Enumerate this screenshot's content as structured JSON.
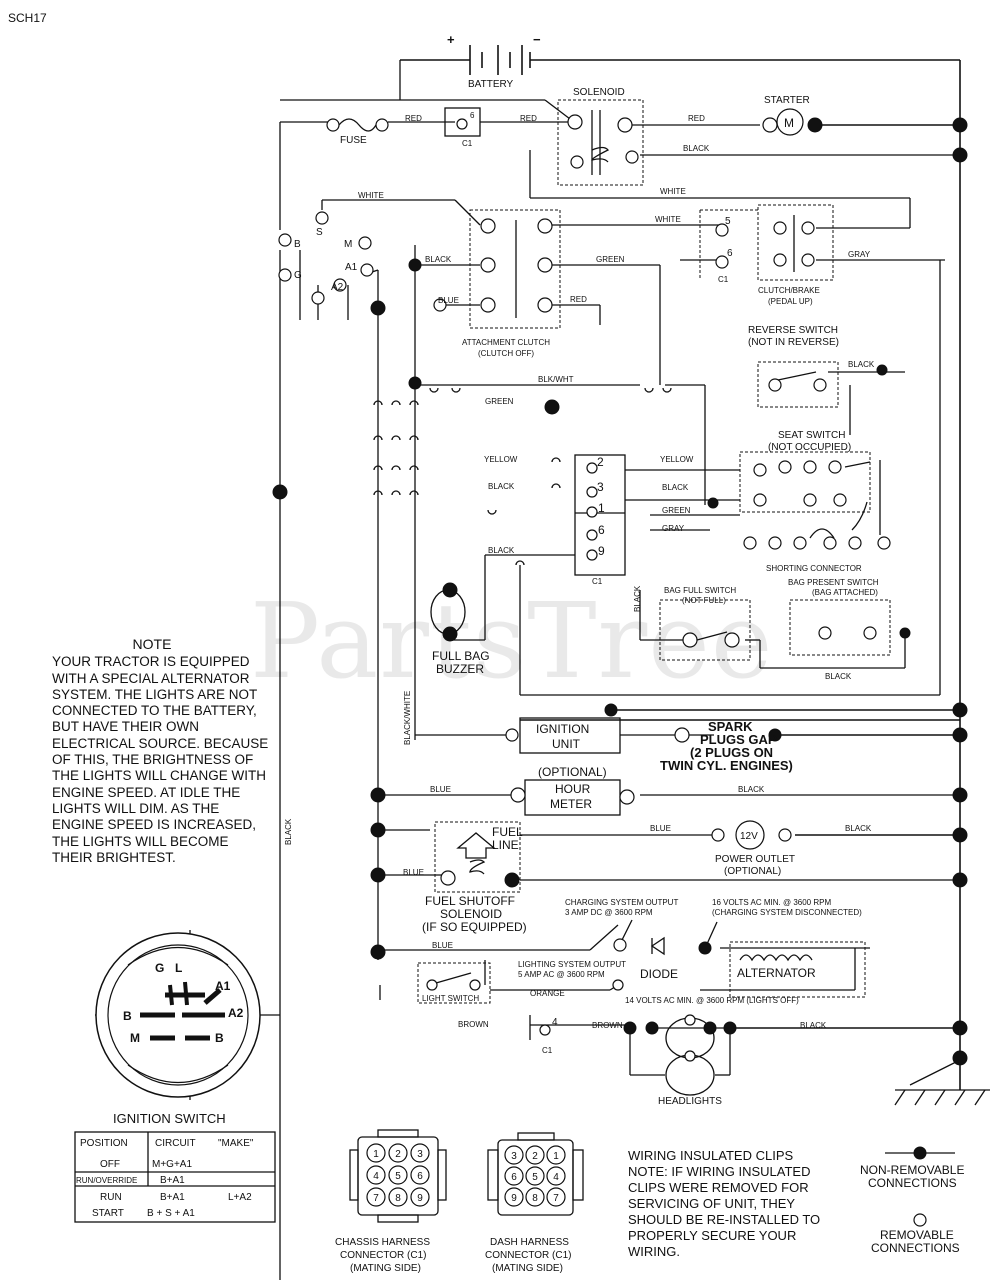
{
  "page_code": "SCH17",
  "watermark": "PartsTree",
  "components": {
    "battery": "BATTERY",
    "battery_plus": "+",
    "battery_minus": "−",
    "solenoid": "SOLENOID",
    "starter": "STARTER",
    "starter_symbol": "M",
    "fuse": "FUSE",
    "clutch_brake": "CLUTCH/BRAKE",
    "clutch_brake_state": "(PEDAL UP)",
    "attachment_clutch": "ATTACHMENT CLUTCH",
    "attachment_clutch_state": "(CLUTCH OFF)",
    "reverse_switch": "REVERSE SWITCH",
    "reverse_switch_state": "(NOT IN REVERSE)",
    "seat_switch": "SEAT SWITCH",
    "seat_switch_state": "(NOT OCCUPIED)",
    "shorting_connector": "SHORTING CONNECTOR",
    "bag_full_switch": "BAG FULL SWITCH",
    "bag_full_switch_state": "(NOT FULL)",
    "bag_present_switch": "BAG PRESENT SWITCH",
    "bag_present_switch_state": "(BAG ATTACHED)",
    "full_bag_buzzer_1": "FULL BAG",
    "full_bag_buzzer_2": "BUZZER",
    "ignition_unit_1": "IGNITION",
    "ignition_unit_2": "UNIT",
    "spark_plugs_1": "SPARK",
    "spark_plugs_2": "PLUGS GAP",
    "spark_plugs_3": "(2 PLUGS ON",
    "spark_plugs_4": "TWIN CYL. ENGINES)",
    "hour_meter_1": "(OPTIONAL)",
    "hour_meter_2": "HOUR",
    "hour_meter_3": "METER",
    "fuel_line_1": "FUEL",
    "fuel_line_2": "LINE",
    "power_outlet_symbol": "12V",
    "power_outlet_1": "POWER OUTLET",
    "power_outlet_2": "(OPTIONAL)",
    "fuel_solenoid_1": "FUEL SHUTOFF",
    "fuel_solenoid_2": "SOLENOID",
    "fuel_solenoid_3": "(IF SO EQUIPPED)",
    "charging_output_1": "CHARGING SYSTEM OUTPUT",
    "charging_output_2": "3 AMP DC @ 3600 RPM",
    "charging_volts_1": "16 VOLTS AC MIN. @ 3600 RPM",
    "charging_volts_2": "(CHARGING SYSTEM DISCONNECTED)",
    "lighting_output_1": "LIGHTING SYSTEM OUTPUT",
    "lighting_output_2": "5 AMP AC @ 3600 RPM",
    "lighting_volts": "14 VOLTS AC MIN. @ 3600 RPM (LIGHTS OFF)",
    "diode": "DIODE",
    "alternator": "ALTERNATOR",
    "light_switch": "LIGHT SWITCH",
    "headlights": "HEADLIGHTS",
    "connector_ref": "C1"
  },
  "ignition_terminals": {
    "b": "B",
    "s": "S",
    "m": "M",
    "g": "G",
    "a1": "A1",
    "a2": "A2"
  },
  "connector_pins": {
    "p2": "2",
    "p3": "3",
    "p1": "1",
    "p6": "6",
    "p9": "9",
    "p5": "5",
    "p4": "4",
    "p6b": "6"
  },
  "wire_labels": {
    "red": "RED",
    "black": "BLACK",
    "white": "WHITE",
    "green": "GREEN",
    "blue": "BLUE",
    "gray": "GRAY",
    "yellow": "YELLOW",
    "orange": "ORANGE",
    "brown": "BROWN",
    "blk_wht": "BLK/WHT",
    "black_white": "BLACK/WHITE"
  },
  "note": {
    "title": "NOTE",
    "text": "YOUR TRACTOR IS EQUIPPED WITH A SPECIAL ALTERNATOR SYSTEM. THE LIGHTS ARE NOT CONNECTED TO THE BATTERY, BUT HAVE THEIR OWN ELECTRICAL SOURCE. BECAUSE OF THIS, THE BRIGHTNESS OF THE LIGHTS WILL CHANGE WITH ENGINE SPEED. AT IDLE THE LIGHTS WILL DIM. AS THE ENGINE SPEED IS INCREASED, THE LIGHTS WILL BECOME THEIR BRIGHTEST."
  },
  "ignition_switch": {
    "title": "IGNITION SWITCH",
    "terminals": {
      "g": "G",
      "l": "L",
      "a1": "A1",
      "b": "B",
      "a2": "A2",
      "m": "M",
      "b2": "B"
    },
    "headers": [
      "POSITION",
      "CIRCUIT",
      "\"MAKE\""
    ],
    "rows": [
      [
        "OFF",
        "M+G+A1",
        ""
      ],
      [
        "RUN/OVERRIDE",
        "B+A1",
        ""
      ],
      [
        "RUN",
        "B+A1",
        "L+A2"
      ],
      [
        "START",
        "B + S + A1",
        ""
      ]
    ]
  },
  "chassis_connector": {
    "label_1": "CHASSIS HARNESS",
    "label_2": "CONNECTOR (C1)",
    "label_3": "(MATING SIDE)",
    "pins": [
      "1",
      "2",
      "3",
      "4",
      "5",
      "6",
      "7",
      "8",
      "9"
    ]
  },
  "dash_connector": {
    "label_1": "DASH HARNESS",
    "label_2": "CONNECTOR (C1)",
    "label_3": "(MATING SIDE)",
    "pins": [
      "3",
      "2",
      "1",
      "6",
      "5",
      "4",
      "9",
      "8",
      "7"
    ]
  },
  "clips_note": {
    "line_1": "WIRING INSULATED CLIPS",
    "line_2": "NOTE: IF WIRING INSULATED",
    "line_3": "CLIPS WERE REMOVED FOR",
    "line_4": "SERVICING OF UNIT, THEY",
    "line_5": "SHOULD BE RE-INSTALLED TO",
    "line_6": "PROPERLY SECURE YOUR",
    "line_7": "WIRING."
  },
  "legend": {
    "non_removable_1": "NON-REMOVABLE",
    "non_removable_2": "CONNECTIONS",
    "removable_1": "REMOVABLE",
    "removable_2": "CONNECTIONS"
  }
}
